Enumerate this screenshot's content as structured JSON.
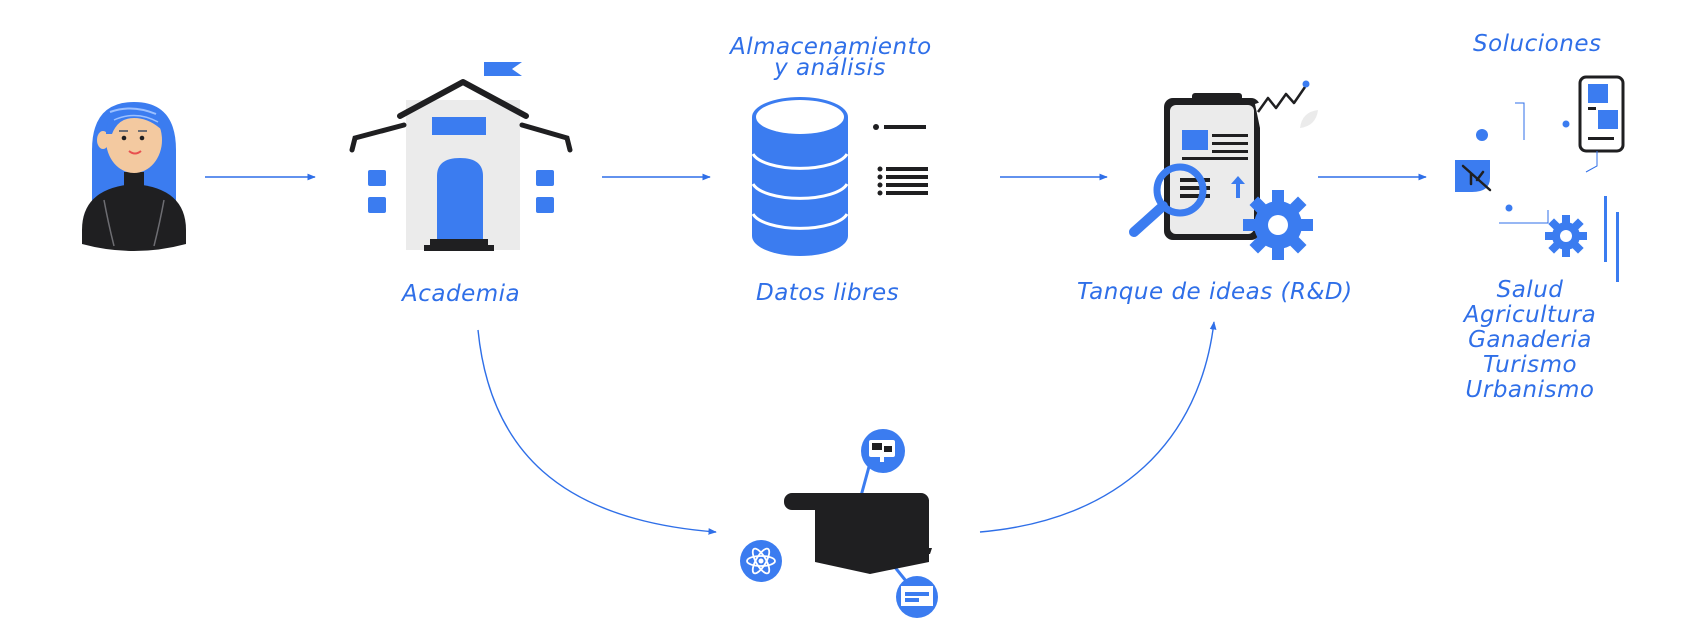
{
  "nodes": {
    "academia": "Academia",
    "almacenamiento_line1": "Almacenamiento",
    "almacenamiento_line2": "y análisis",
    "datos": "Datos libres",
    "tanque": "Tanque de ideas (R&D)",
    "soluciones": "Soluciones"
  },
  "solutions": [
    "Salud",
    "Agricultura",
    "Ganaderia",
    "Turismo",
    "Urbanismo"
  ],
  "colors": {
    "accent": "#2f6fe8",
    "icon_blue": "#3b7cf0",
    "dark": "#1f1f21",
    "building_gray": "#ebebeb",
    "skin": "#f3c9a0"
  },
  "icons": [
    "person-avatar-icon",
    "university-building-icon",
    "database-icon",
    "research-report-icon",
    "solutions-icon",
    "graduation-cap-icon"
  ]
}
